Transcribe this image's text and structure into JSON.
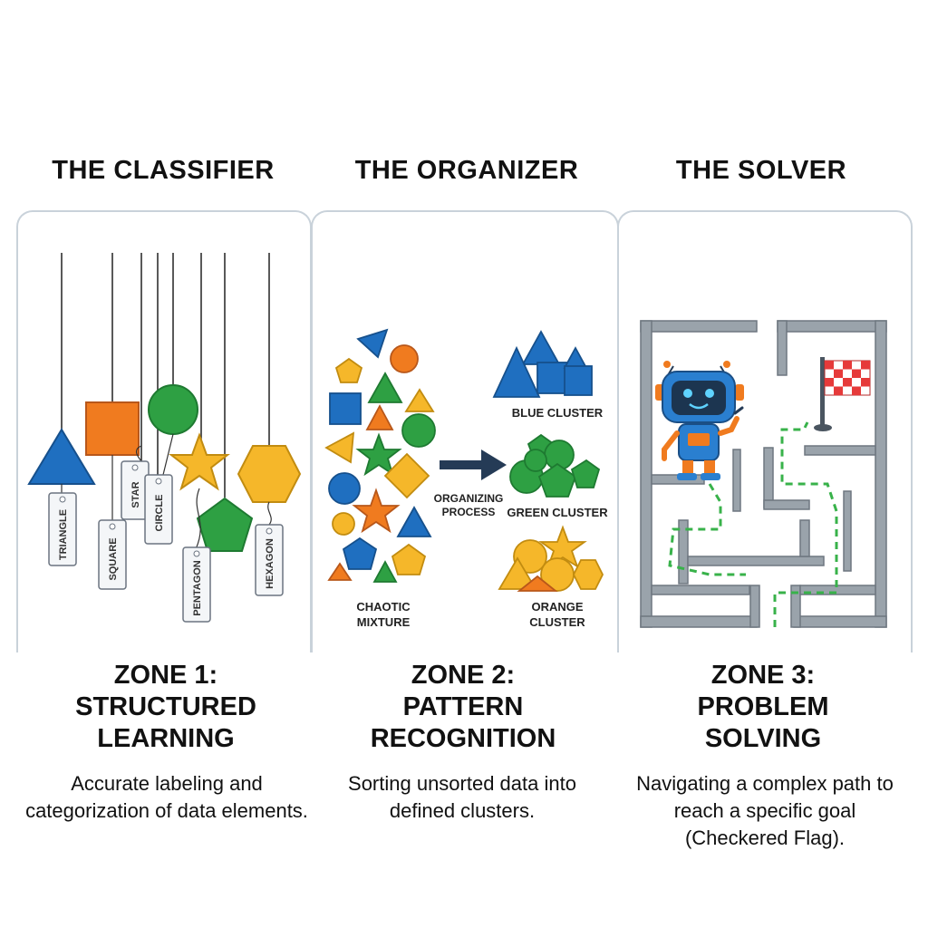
{
  "columns": [
    {
      "title": "THE CLASSIFIER",
      "zone_lines": [
        "ZONE 1:",
        "STRUCTURED",
        "LEARNING"
      ],
      "description": "Accurate labeling and categorization of data elements.",
      "tags": [
        "TRIANGLE",
        "SQUARE",
        "STAR",
        "CIRCLE",
        "PENTAGON",
        "HEXAGON"
      ]
    },
    {
      "title": "THE ORGANIZER",
      "zone_lines": [
        "ZONE 2:",
        "PATTERN",
        "RECOGNITION"
      ],
      "description": "Sorting unsorted data into defined clusters.",
      "mixture_label": [
        "CHAOTIC",
        "MIXTURE"
      ],
      "process_label": [
        "ORGANIZING",
        "PROCESS"
      ],
      "clusters": [
        {
          "label": [
            "BLUE CLUSTER"
          ]
        },
        {
          "label": [
            "GREEN CLUSTER"
          ]
        },
        {
          "label": [
            "ORANGE",
            "CLUSTER"
          ]
        }
      ]
    },
    {
      "title": "THE SOLVER",
      "zone_lines": [
        "ZONE 3:",
        "PROBLEM",
        "SOLVING"
      ],
      "description": "Navigating a complex path to reach a specific goal (Checkered Flag)."
    }
  ],
  "colors": {
    "blue": "#1f6fc0",
    "green": "#2ea043",
    "orange": "#f07b1f",
    "yellow": "#f5b72a",
    "panel_border": "#c9d2da",
    "maze_wall": "#9aa3ab",
    "path": "#38b24a",
    "flag_red": "#e63a3a"
  }
}
